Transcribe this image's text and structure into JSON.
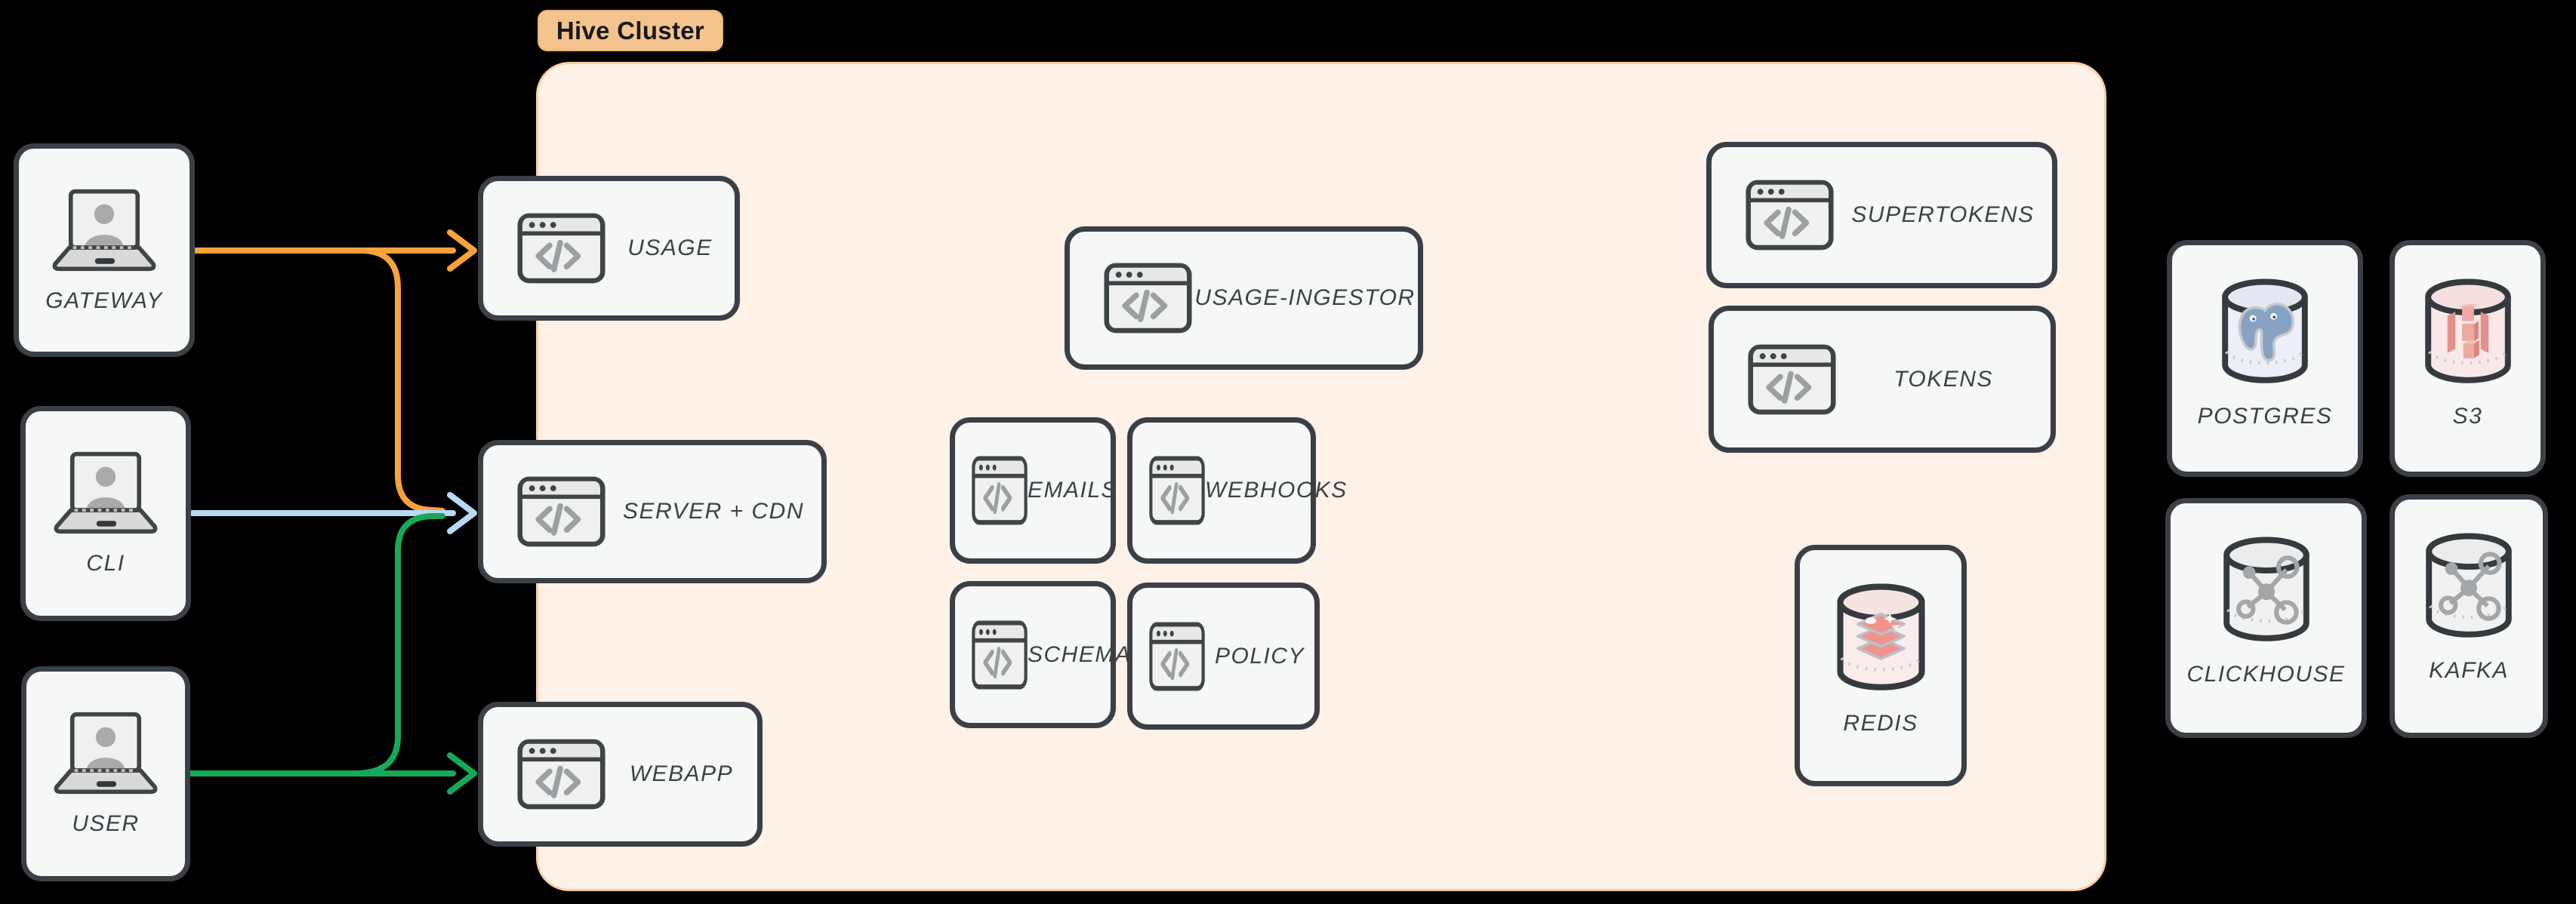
{
  "title": {
    "text": "Hive Cluster"
  },
  "colors": {
    "page_bg": "#000000",
    "cluster_fill": "#fdf1e8",
    "cluster_border": "#f7cf9f",
    "cluster_label_bg": "#f5c48e",
    "box_fill": "#f6f7f7",
    "box_border": "#3a4045",
    "label_text": "#3d4246",
    "icon_gray": "#9ba0a2",
    "arrow_orange": "#f9a23c",
    "arrow_blue": "#b7d9f5",
    "arrow_green": "#17a85a",
    "redis_pink": "#f0938c",
    "postgres_blue": "#86a3c3",
    "s3_salmon": "#e79d95"
  },
  "clients": [
    {
      "label": "GATEWAY"
    },
    {
      "label": "CLI"
    },
    {
      "label": "USER"
    }
  ],
  "services": [
    {
      "label": "USAGE"
    },
    {
      "label": "SERVER + CDN"
    },
    {
      "label": "WEBAPP"
    },
    {
      "label": "USAGE-INGESTOR"
    },
    {
      "label": "EMAILS"
    },
    {
      "label": "WEBHOOKS"
    },
    {
      "label": "SCHEMA"
    },
    {
      "label": "POLICY"
    },
    {
      "label": "SUPERTOKENS"
    },
    {
      "label": "TOKENS"
    }
  ],
  "cluster_datastore": {
    "label": "REDIS"
  },
  "external_datastores": [
    {
      "label": "POSTGRES"
    },
    {
      "label": "S3"
    },
    {
      "label": "CLICKHOUSE"
    },
    {
      "label": "KAFKA"
    }
  ],
  "arrows": [
    {
      "from": "GATEWAY",
      "to": "USAGE",
      "color": "#f9a23c"
    },
    {
      "from": "GATEWAY",
      "to": "SERVER + CDN",
      "color": "#f9a23c"
    },
    {
      "from": "CLI",
      "to": "SERVER + CDN",
      "color": "#b7d9f5"
    },
    {
      "from": "USER",
      "to": "WEBAPP",
      "color": "#17a85a"
    },
    {
      "from": "USER",
      "to": "SERVER + CDN",
      "color": "#17a85a"
    }
  ]
}
